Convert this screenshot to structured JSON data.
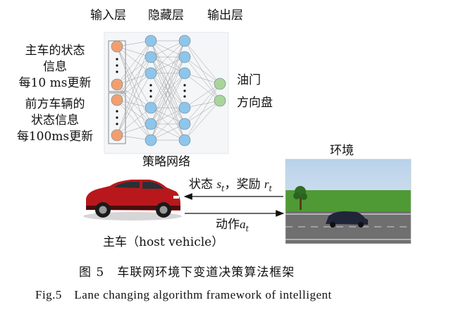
{
  "network": {
    "layer_labels": [
      "输入层",
      "隐藏层",
      "输出层"
    ],
    "host_state_lines": [
      "主车的状态",
      "信息",
      "每10 ms更新"
    ],
    "front_state_lines": [
      "前方车辆的",
      "状态信息",
      "每100ms更新"
    ],
    "outputs": [
      "油门",
      "方向盘"
    ],
    "policy_label": "策略网络"
  },
  "environment": {
    "label": "环境"
  },
  "signals": {
    "state_reward": {
      "prefix": "状态",
      "s": "s",
      "s_sub": "t",
      "sep": "，奖励",
      "r": "r",
      "r_sub": "t"
    },
    "action": {
      "prefix": "动作",
      "a": "a",
      "a_sub": "t"
    }
  },
  "host_vehicle_label": "主车（host vehicle）",
  "caption": {
    "cn": "图 5　车联网环境下变道决策算法框架",
    "en": "Fig.5　Lane changing algorithm framework of intelligent"
  },
  "colors": {
    "input_node": "#f0a070",
    "hidden_node": "#8ec5ea",
    "output_node": "#a9d49a",
    "car_body": "#b8181c",
    "sky": "#c9dcee",
    "grass": "#4f9a35",
    "road": "#6f6f6f"
  }
}
